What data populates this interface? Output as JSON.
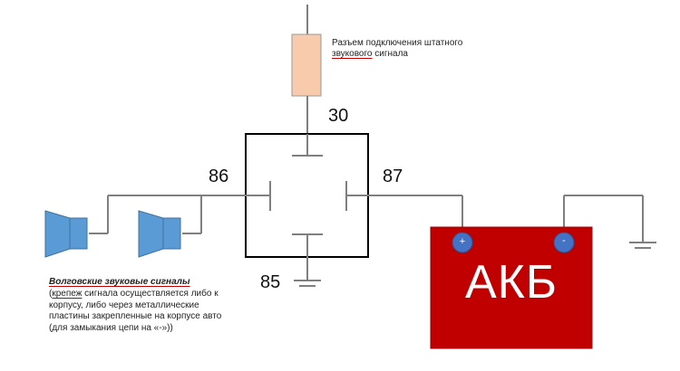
{
  "connector_label_line1": "Разъем подключения штатного",
  "connector_label_line2_underlined": "звукового",
  "connector_label_line2_rest": " сигнала",
  "pins": {
    "p30": "30",
    "p86": "86",
    "p87": "87",
    "p85": "85"
  },
  "battery": {
    "label": "АКБ",
    "plus": "+",
    "minus": "-"
  },
  "horn_note": {
    "title": "Волговские звуковые сигналы",
    "open_paren": "(",
    "underlined_word": "крепеж",
    "rest": " сигнала осуществляется либо к корпусу, либо через металлические пластины закрепленные на корпусе авто (для замыкания цепи на «-»))"
  },
  "colors": {
    "wire": "#7f7f7f",
    "relay_border": "#000000",
    "connector_fill": "#f8cbad",
    "connector_stroke": "#999999",
    "horn_fill": "#5b9bd5",
    "horn_stroke": "#41719c",
    "battery_fill": "#c00000",
    "battery_stroke": "#a00000",
    "terminal_fill": "#4472c4"
  }
}
